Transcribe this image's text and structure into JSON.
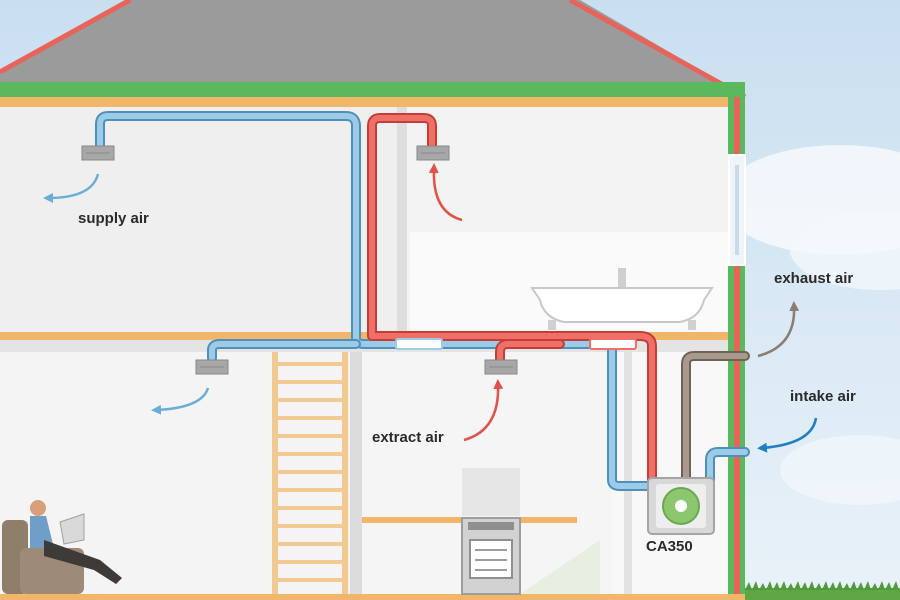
{
  "labels": {
    "supply_air": "supply air",
    "exhaust_air": "exhaust air",
    "intake_air": "intake air",
    "extract_air": "extract air",
    "unit_model": "CA350"
  },
  "colors": {
    "supply_duct": "#6aaed6",
    "extract_duct": "#e0524a",
    "exhaust_duct": "#8b7d70",
    "intake_arrow": "#1f7fc4",
    "roof": "#9b9b9b",
    "roof_edge": "#e8645a",
    "eaves_green": "#5cb85c",
    "floor_beam": "#f2b66b",
    "wall": "#eeeeee",
    "sky": "#cfe3f1",
    "grass": "#4f9a3a"
  }
}
